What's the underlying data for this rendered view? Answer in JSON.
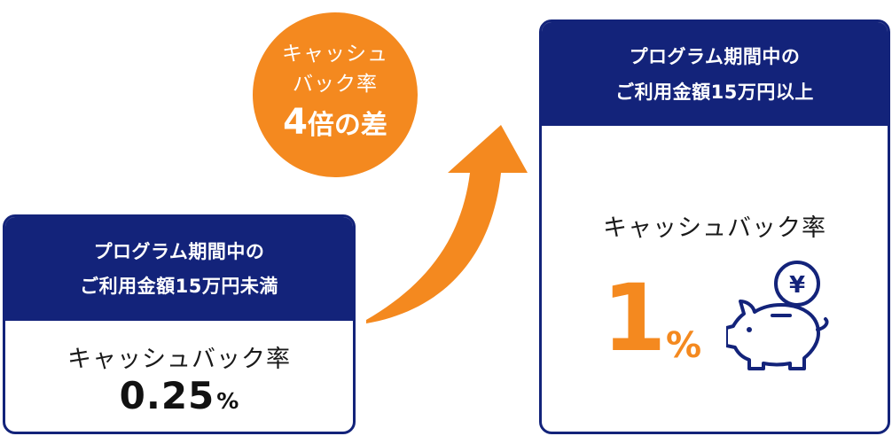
{
  "left_card": {
    "title_line1": "プログラム期間中の",
    "title_line2": "ご利用金額15万円未満",
    "rate_label": "キャッシュバック率",
    "rate_value": "0.25",
    "rate_unit": "%"
  },
  "circle": {
    "line1": "キャッシュ",
    "line2": "バック率",
    "multiplier": "4",
    "suffix": "倍の差"
  },
  "right_card": {
    "title_line1": "プログラム期間中の",
    "title_line2": "ご利用金額15万円以上",
    "rate_label": "キャッシュバック率",
    "rate_value": "1",
    "rate_unit": "%",
    "coin_symbol": "¥",
    "icon": "piggy-bank-icon"
  },
  "colors": {
    "navy": "#13237a",
    "orange": "#f4891f",
    "text": "#1a1a1a"
  }
}
